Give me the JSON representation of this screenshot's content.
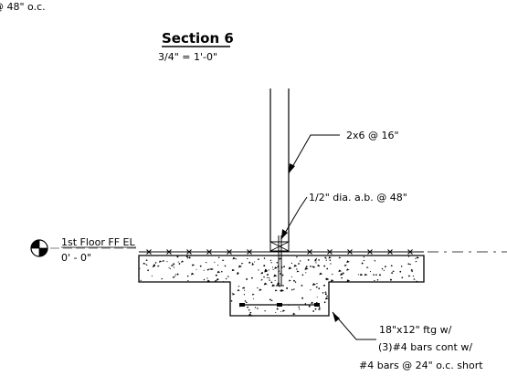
{
  "header_fragment": "@ 48\" o.c.",
  "title": "Section 6",
  "scale": "3/4\" = 1'-0\"",
  "notes": {
    "stud": "2x6 @ 16\"",
    "anchor_bolt": "1/2\" dia. a.b. @ 48\"",
    "footing_line1": "18\"x12\" ftg w/",
    "footing_line2": "(3)#4 bars cont w/",
    "footing_line3": "#4 bars @ 24\" o.c. short"
  },
  "level_marker": {
    "name": "1st Floor FF EL",
    "elevation": "0' - 0\""
  }
}
